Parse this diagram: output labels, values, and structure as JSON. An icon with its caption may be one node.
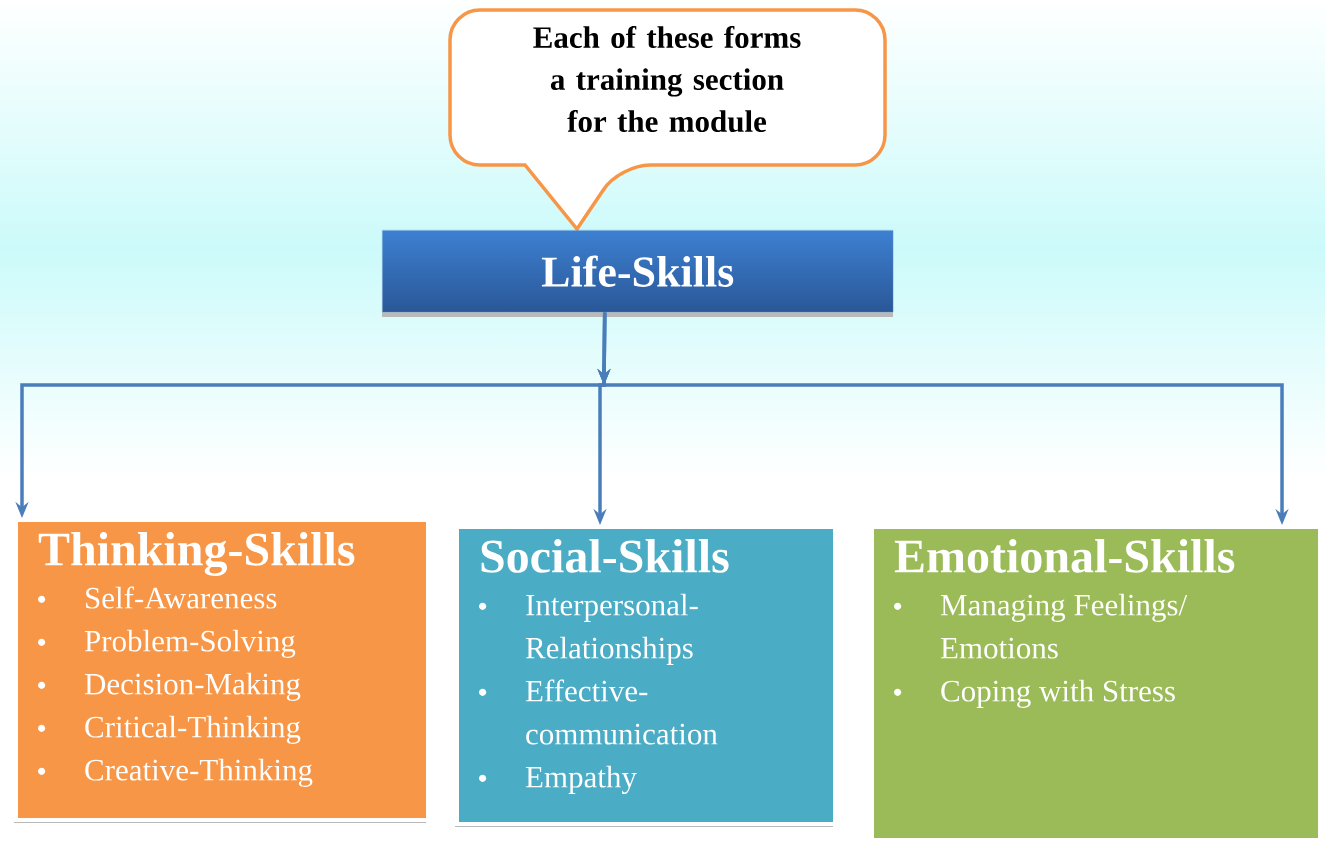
{
  "diagram": {
    "nodes": [
      {
        "text": [
          "Each of these forms a training section for the module"
        ]
      },
      {
        "text": [
          "Life-Skills"
        ]
      },
      {
        "text": [
          "Thinking-Skills",
          "Self-Awareness",
          "Problem-Solving",
          "Decision-Making",
          "Critical-Thinking",
          "Creative-Thinking"
        ]
      },
      {
        "text": [
          "Social-Skills",
          "Interpersonal-Relationships",
          "Effective-communication",
          "Empathy"
        ]
      },
      {
        "text": [
          "Emotional-Skills",
          "Managing Feelings/ Emotions",
          "Coping with Stress"
        ]
      }
    ],
    "edges": [
      {
        "from": 1,
        "to": 2,
        "arrow": "to"
      },
      {
        "from": 1,
        "to": 3,
        "arrow": "to"
      },
      {
        "from": 1,
        "to": 4,
        "arrow": "to"
      }
    ]
  }
}
